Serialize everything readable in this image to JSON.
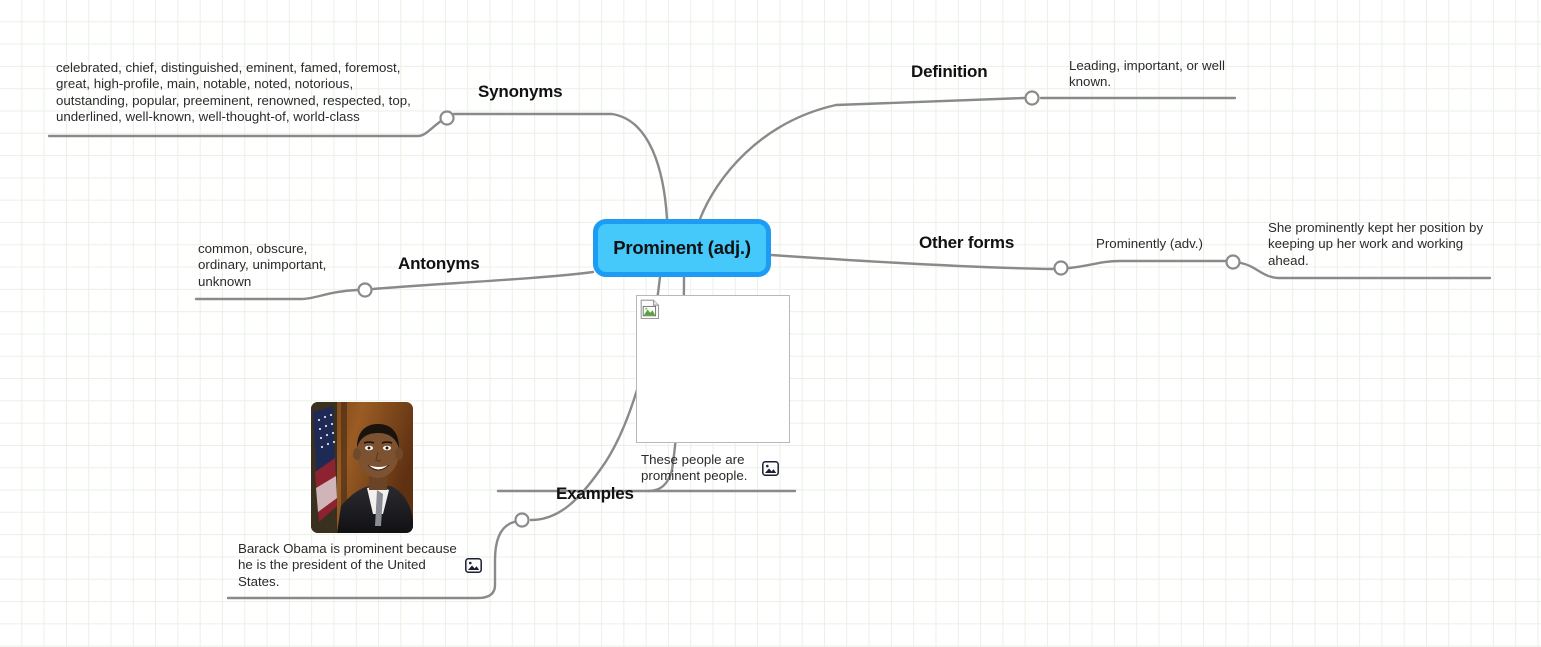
{
  "diagram": {
    "type": "mind-map",
    "background": "grid-paper",
    "grid_color": "#e9f1e5",
    "wire_color": "#8a8a8a",
    "central_node": {
      "label": "Prominent (adj.)",
      "fill": "#45c8fa",
      "border": "#1c9cf5",
      "text_color": "#111111"
    },
    "branches": [
      {
        "id": "synonyms",
        "title": "Synonyms",
        "leaf_text": "celebrated, chief, distinguished, eminent, famed, foremost, great, high-profile, main, notable, noted, notorious, outstanding, popular, preeminent, renowned, respected, top, underlined, well-known, well-thought-of, world-class"
      },
      {
        "id": "definition",
        "title": "Definition",
        "leaf_text": "Leading, important, or well known."
      },
      {
        "id": "antonyms",
        "title": "Antonyms",
        "leaf_text": "common, obscure, ordinary, unimportant, unknown"
      },
      {
        "id": "other-forms",
        "title": "Other forms",
        "leaf_text": "Prominently (adv.)",
        "sub_leaf_text": "She prominently kept her position by keeping up her work and working ahead."
      },
      {
        "id": "examples",
        "title": "Examples",
        "items": [
          {
            "id": "obama",
            "caption": "Barack Obama is prominent because he is the president of the United States.",
            "image": "obama-portrait",
            "icon": "picture-icon"
          },
          {
            "id": "people",
            "caption": "These people are prominent people.",
            "image": "broken-image-placeholder",
            "icon": "picture-icon"
          }
        ]
      }
    ]
  }
}
